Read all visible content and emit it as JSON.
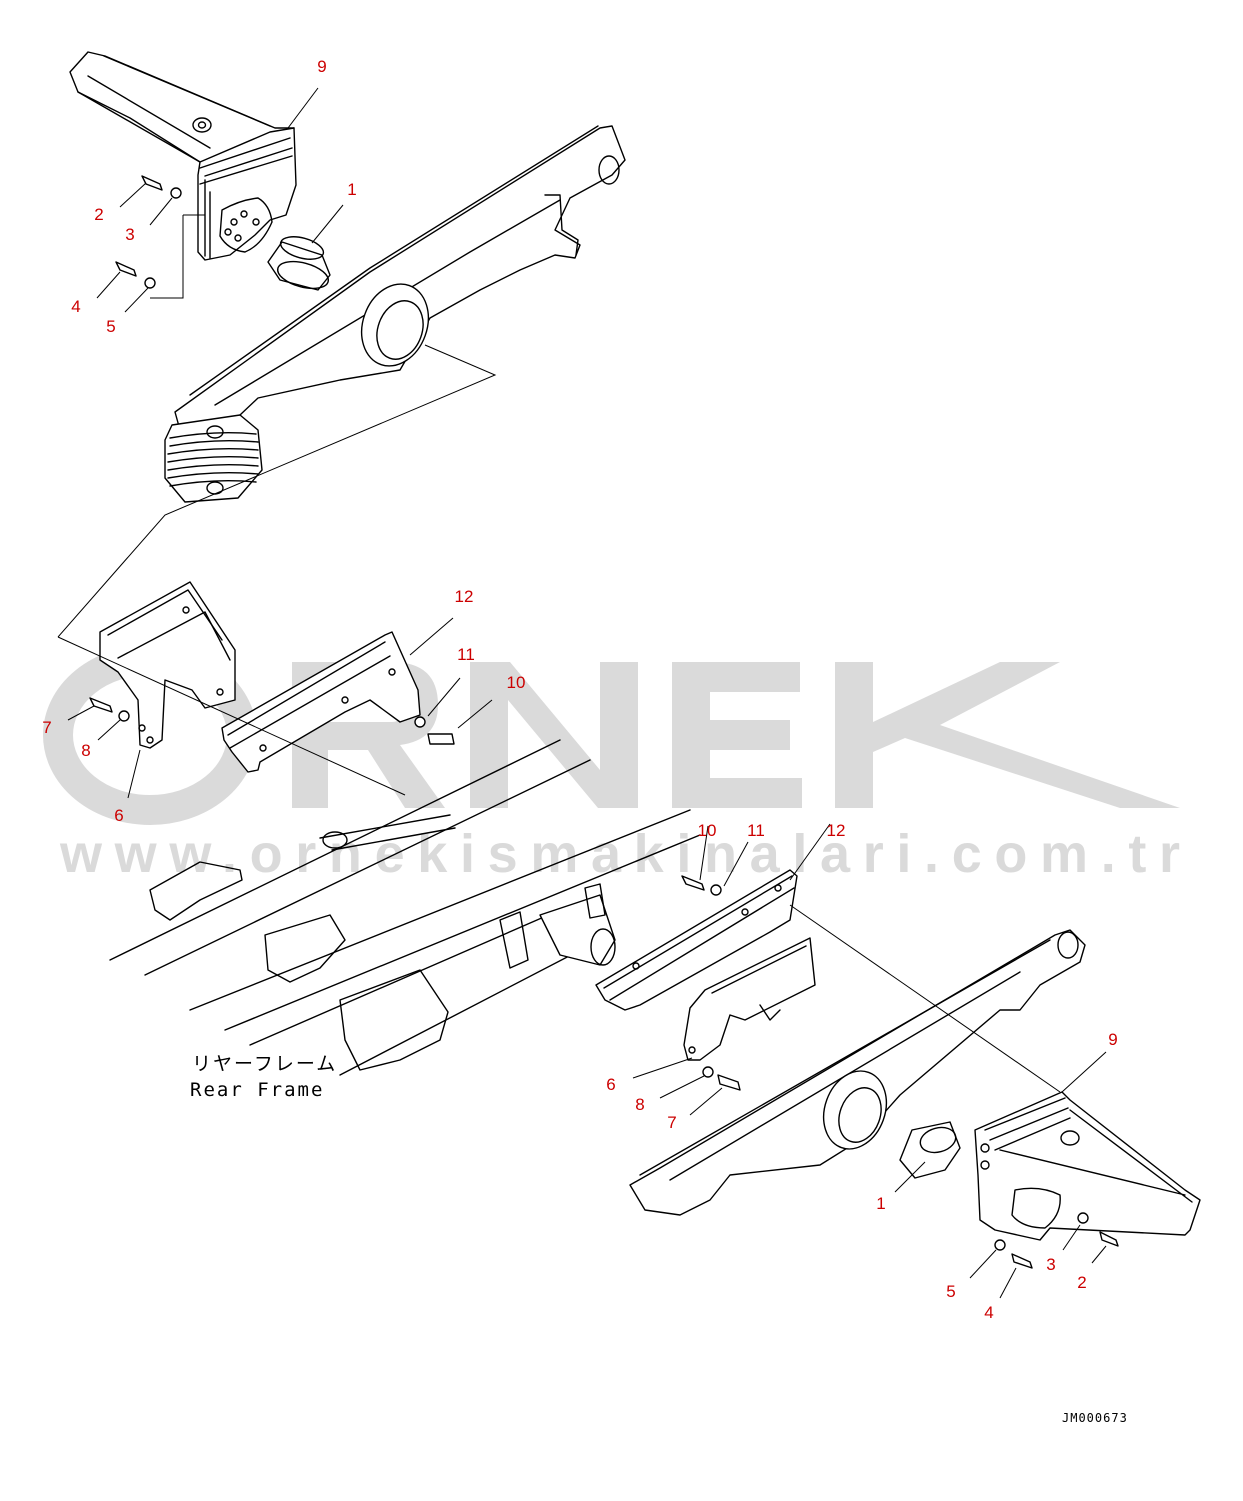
{
  "watermark": {
    "brand": "ORNEK",
    "url": "www.ornekismakinalari.com.tr",
    "color": "#d4d4d4",
    "accent": "#f2c200"
  },
  "frame_label": {
    "line1": "リヤーフレーム",
    "line2": "Rear Frame"
  },
  "drawing_code": "JM000673",
  "callout_color": "#cc0000",
  "callouts": {
    "top": {
      "p9": "9",
      "p1": "1",
      "p2": "2",
      "p3": "3",
      "p4": "4",
      "p5": "5"
    },
    "left": {
      "p12": "12",
      "p11": "11",
      "p10": "10",
      "p7": "7",
      "p8": "8",
      "p6": "6"
    },
    "center": {
      "p10": "10",
      "p11": "11",
      "p12": "12",
      "p6": "6",
      "p8": "8",
      "p7": "7"
    },
    "bottom": {
      "p9": "9",
      "p1": "1",
      "p3": "3",
      "p2": "2",
      "p5": "5",
      "p4": "4"
    }
  }
}
